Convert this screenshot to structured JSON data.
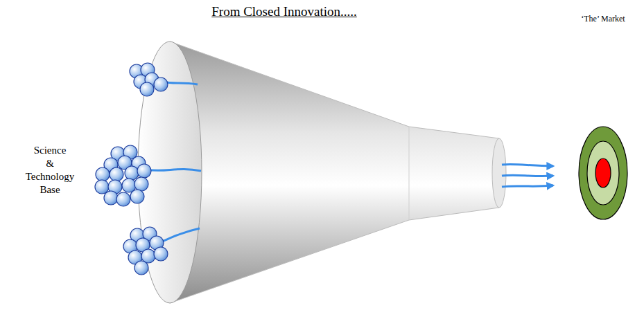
{
  "diagram": {
    "title": "From Closed Innovation.....",
    "labels": [
      "Science & Technology Base",
      "‘The’ Market"
    ]
  }
}
